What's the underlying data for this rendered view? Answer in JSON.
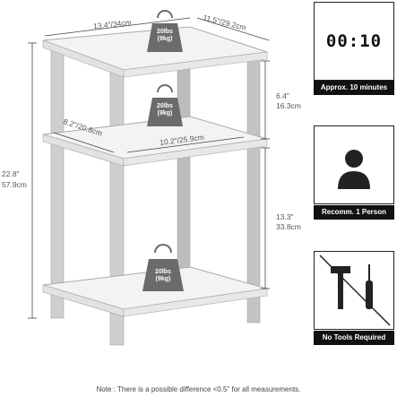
{
  "dimensions": {
    "width": "13.4\"/34cm",
    "depth": "11.5\"/29.2cm",
    "shelf_gap_in": "6.4\"",
    "shelf_gap_cm": "16.3cm",
    "lower_gap_in": "13.3\"",
    "lower_gap_cm": "33.8cm",
    "total_height_in": "22.8\"",
    "total_height_cm": "57.9cm",
    "inner_depth": "8.2\"/20.8cm",
    "inner_width": "10.2\"/25.9cm"
  },
  "weights": [
    {
      "lbs": "20lbs",
      "kg": "(9kg)"
    },
    {
      "lbs": "20lbs",
      "kg": "(9kg)"
    },
    {
      "lbs": "20lbs",
      "kg": "(9kg)"
    }
  ],
  "cards": {
    "time_display": "00:10",
    "time_caption": "Approx. 10 minutes",
    "person_caption": "Recomm. 1 Person",
    "tools_caption": "No Tools Required"
  },
  "note": "Note : There is a possible difference <0.5\" for all measurements.",
  "colors": {
    "frame": "#c9c9c9",
    "shelf": "#f4f4f4",
    "badge": "#666666",
    "caption_bg": "#111111"
  }
}
